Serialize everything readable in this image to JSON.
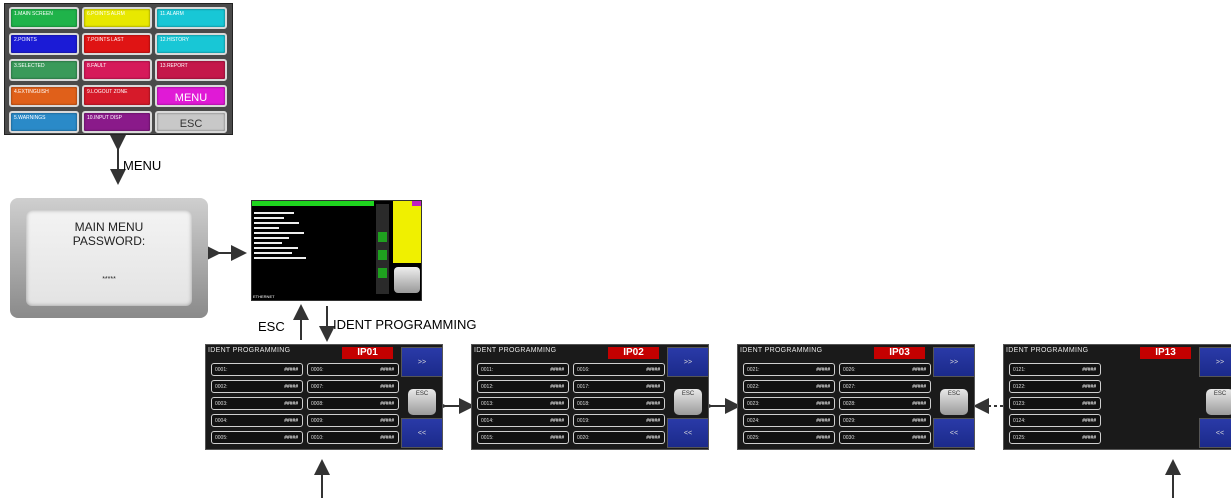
{
  "menu_buttons": [
    {
      "label": "1.MAIN SCREEN",
      "color": "#1fb34a"
    },
    {
      "label": "6.POINTS ALRM",
      "color": "#e8e800"
    },
    {
      "label": "11.ALARM",
      "color": "#18c7d6"
    },
    {
      "label": "2.POINTS",
      "color": "#1b1bd6"
    },
    {
      "label": "7.POINTS LAST",
      "color": "#e01414"
    },
    {
      "label": "12.HISTORY",
      "color": "#18c7d6"
    },
    {
      "label": "3.SELECTED",
      "color": "#3a9a5a"
    },
    {
      "label": "8.FAULT",
      "color": "#d61a5a"
    },
    {
      "label": "13.REPORT",
      "color": "#c4174a"
    },
    {
      "label": "4.EXTINGUISH",
      "color": "#e0601a"
    },
    {
      "label": "9.LOGOUT ZONE",
      "color": "#d61a2a"
    },
    {
      "label": "MENU",
      "color": "#e01ad6"
    },
    {
      "label": "5.WARNINGS",
      "color": "#2a8ac8"
    },
    {
      "label": "10.INPUT DISP",
      "color": "#8a1a8a"
    },
    {
      "label": "ESC",
      "color": "#c8c8c8"
    }
  ],
  "labels": {
    "menu": "MENU",
    "esc": "ESC",
    "ident_programming": "IDENT PROGRAMMING"
  },
  "password_screen": {
    "line1": "MAIN MENU",
    "line2": "PASSWORD:",
    "mask": "*****"
  },
  "main_screen": {
    "footer": "ETHERNET"
  },
  "ident_screens": [
    {
      "title": "IDENT PROGRAMMING",
      "code": "IP01",
      "next": ">>",
      "prev": "<<",
      "esc": "ESC",
      "fields_left": [
        "0001:",
        "0002:",
        "0003:",
        "0004:",
        "0005:"
      ],
      "fields_right": [
        "0006:",
        "0007:",
        "0008:",
        "0009:",
        "0010:"
      ],
      "value": "#####"
    },
    {
      "title": "IDENT PROGRAMMING",
      "code": "IP02",
      "next": ">>",
      "prev": "<<",
      "esc": "ESC",
      "fields_left": [
        "0011:",
        "0012:",
        "0013:",
        "0014:",
        "0015:"
      ],
      "fields_right": [
        "0016:",
        "0017:",
        "0018:",
        "0019:",
        "0020:"
      ],
      "value": "#####"
    },
    {
      "title": "IDENT PROGRAMMING",
      "code": "IP03",
      "next": ">>",
      "prev": "<<",
      "esc": "ESC",
      "fields_left": [
        "0021:",
        "0022:",
        "0023:",
        "0024:",
        "0025:"
      ],
      "fields_right": [
        "0026:",
        "0027:",
        "0028:",
        "0029:",
        "0030:"
      ],
      "value": "#####"
    },
    {
      "title": "IDENT PROGRAMMING",
      "code": "IP13",
      "next": ">>",
      "prev": "<<",
      "esc": "ESC",
      "fields_left": [
        "0121:",
        "0122:",
        "0123:",
        "0124:",
        "0125:"
      ],
      "fields_right": [],
      "value": "#####"
    }
  ]
}
